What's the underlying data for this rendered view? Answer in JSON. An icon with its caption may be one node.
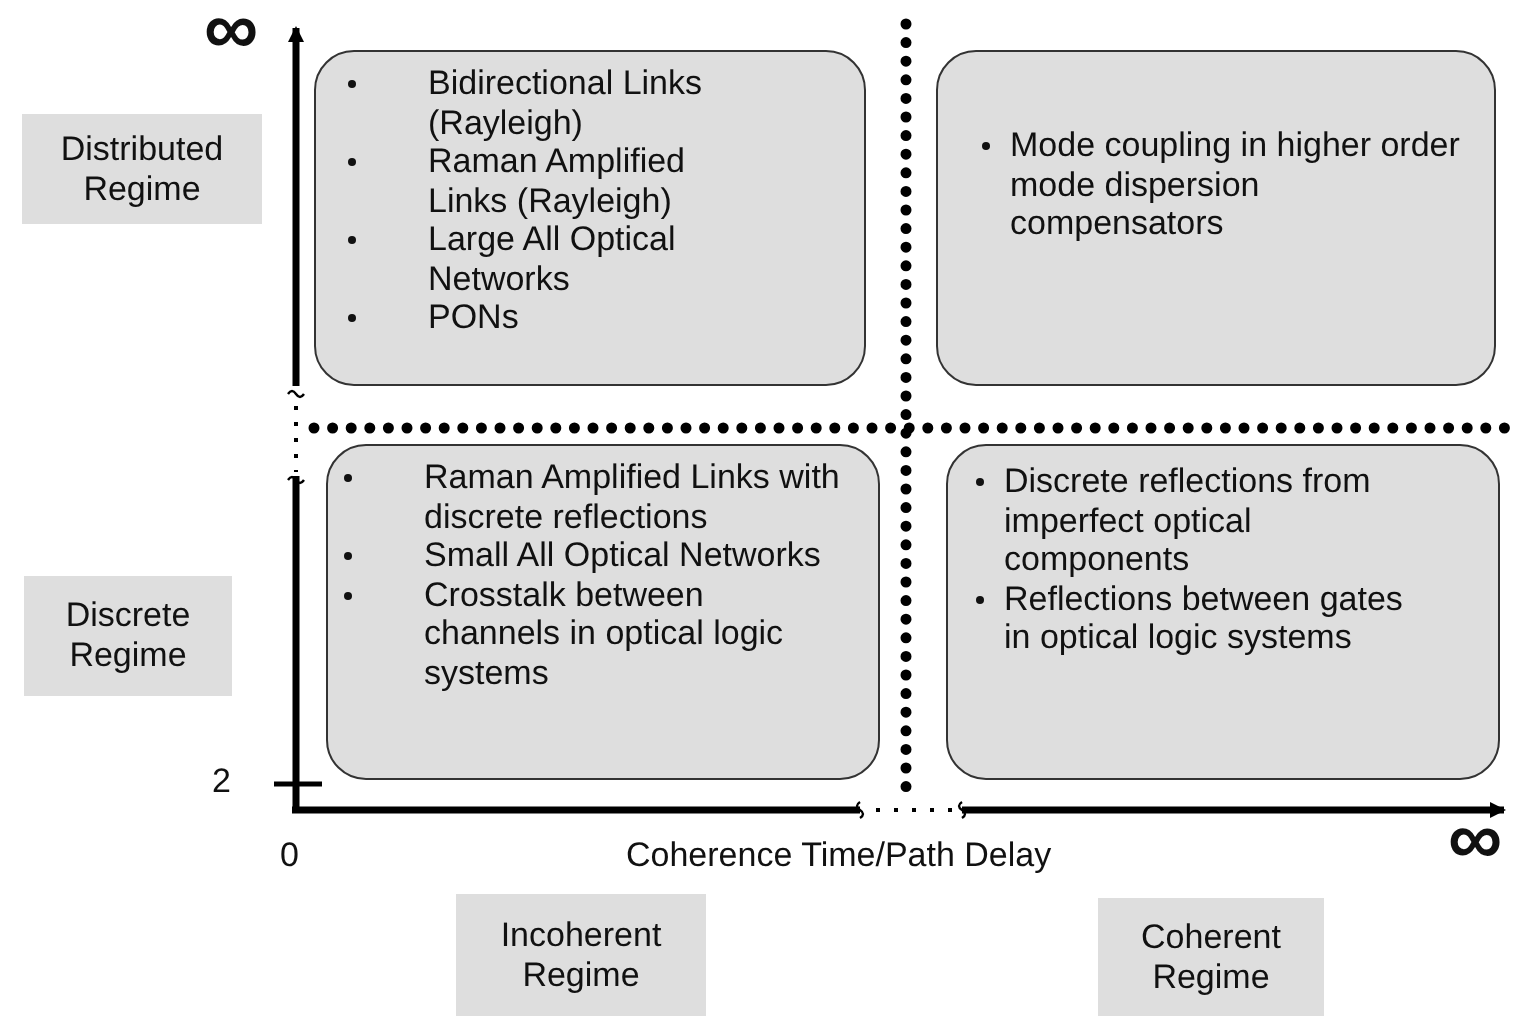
{
  "diagram": {
    "nodes": [
      {
        "text": [
          "Bidirectional Links (Rayleigh)",
          "Raman Amplified Links (Rayleigh)",
          "Large All Optical Networks",
          "PONs"
        ]
      },
      {
        "text": [
          "Mode coupling in higher order mode dispersion compensators"
        ]
      },
      {
        "text": [
          "Raman Amplified Links with discrete reflections",
          "Small All Optical Networks",
          "Crosstalk between channels in optical logic systems"
        ]
      },
      {
        "text": [
          "Discrete reflections from imperfect optical components",
          "Reflections between gates in optical logic systems"
        ]
      },
      {
        "text": [
          "Distributed Regime"
        ]
      },
      {
        "text": [
          "Discrete Regime"
        ]
      },
      {
        "text": [
          "Incoherent Regime"
        ]
      },
      {
        "text": [
          "Coherent Regime"
        ]
      }
    ],
    "labels": [
      "∞",
      "2",
      "0",
      "Coherence Time/Path Delay",
      "∞"
    ]
  }
}
